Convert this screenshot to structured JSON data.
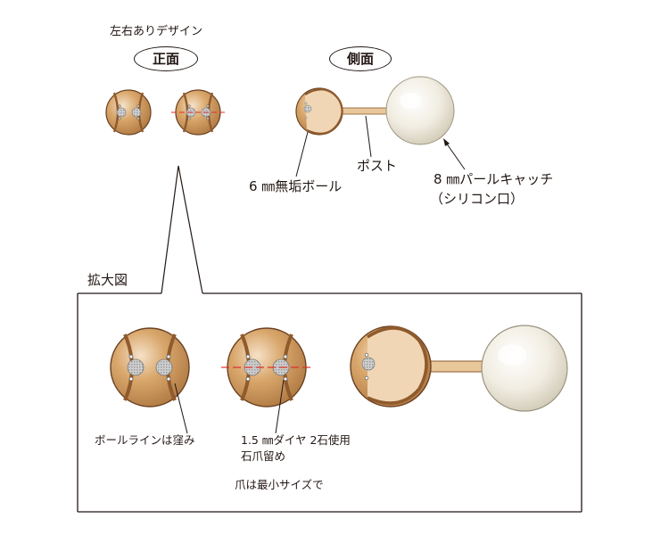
{
  "title_top": "左右ありデザイン",
  "views": {
    "front": "正面",
    "side": "側面"
  },
  "labels": {
    "ball": "6 ㎜無垢ボール",
    "post": "ポスト",
    "catch_line1": "8 ㎜パールキャッチ",
    "catch_line2": "（シリコン口）"
  },
  "enlarged": {
    "title": "拡大図",
    "note_ball_line": "ボールラインは窪み",
    "note_diamond_line1": "1.5 ㎜ダイヤ  2石使用",
    "note_diamond_line2": "石爪留め",
    "note_claw": "爪は最小サイズで"
  },
  "colors": {
    "ball": "#c9955c",
    "ball_highlight": "#f2dcc0",
    "ball_outline": "#6b4223",
    "groove": "#8f5a2c",
    "diamond": "#b8b8b8",
    "marker_red": "#e0302b",
    "pearl": "#ede9dc",
    "post": "#e8c89a",
    "line": "#231815"
  }
}
